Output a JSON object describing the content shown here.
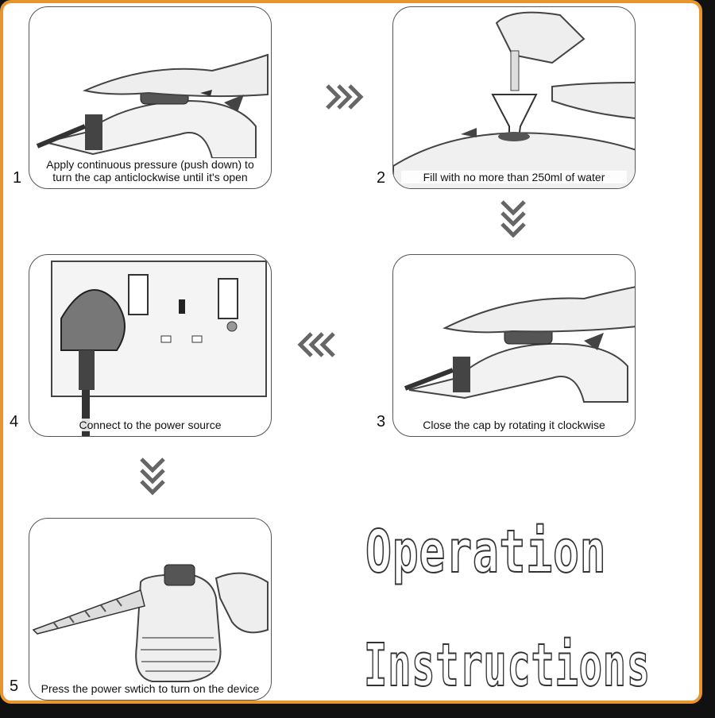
{
  "steps": [
    {
      "number": "1",
      "caption": "Apply continuous pressure (push down) to turn the cap anticlockwise until it's open"
    },
    {
      "number": "2",
      "caption": "Fill with no more than 250ml of water"
    },
    {
      "number": "3",
      "caption": "Close the cap by rotating it clockwise"
    },
    {
      "number": "4",
      "caption": "Connect to the power source"
    },
    {
      "number": "5",
      "caption": "Press the power swtich to turn on the device"
    }
  ],
  "title": {
    "line1": "Operation",
    "line2": "Instructions"
  },
  "colors": {
    "border": "#e8952e",
    "ink": "#333333"
  }
}
